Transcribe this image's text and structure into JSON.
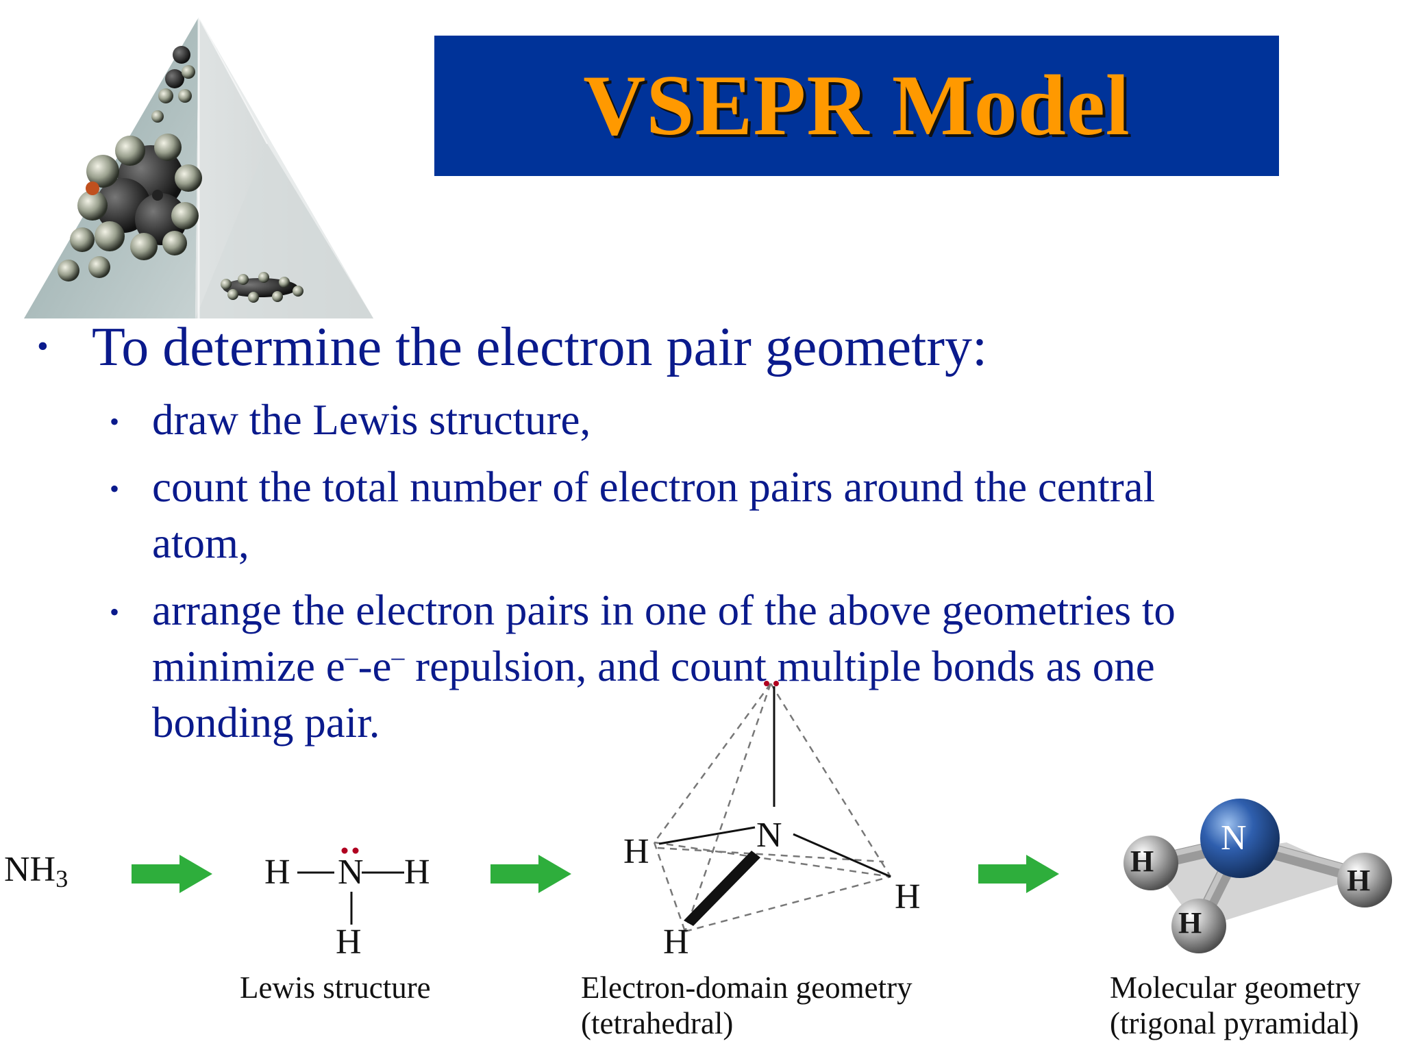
{
  "slide": {
    "title": "VSEPR Model",
    "main_bullet": "To determine the electron pair geometry:",
    "sub_bullets": {
      "b1_line1": "draw the Lewis structure,",
      "b2_line1": "count the total number of electron pairs around the central",
      "b2_line2": "atom,",
      "b3_line1": "arrange the electron pairs in one of the above geometries to",
      "b3_line2_pre": "minimize e",
      "b3_line2_sup1": "–",
      "b3_line2_mid": "-e",
      "b3_line2_sup2": "–",
      "b3_line2_post": " repulsion, and count multiple bonds as one",
      "b3_line3": "bonding pair."
    },
    "bullet_glyph": "•"
  },
  "diagram": {
    "formula_main": "NH",
    "formula_sub": "3",
    "lewis": {
      "left_h": "H",
      "center_n": "N",
      "right_h": "H",
      "bottom_h": "H",
      "caption": "Lewis structure"
    },
    "tetrahedral": {
      "n_label": "N",
      "h_left": "H",
      "h_right": "H",
      "h_bottom": "H",
      "caption_line1": "Electron-domain geometry",
      "caption_line2": "(tetrahedral)"
    },
    "molecular": {
      "n_label": "N",
      "h_left": "H",
      "h_right": "H",
      "h_bottom": "H",
      "caption_line1": "Molecular geometry",
      "caption_line2": "(trigonal pyramidal)"
    }
  },
  "colors": {
    "banner": "#003399",
    "title": "#ff9900",
    "text": "#0a1a8c",
    "arrow": "#2eae3c",
    "lone_pair": "#b00020",
    "n_sphere": "#2f5fae",
    "h_sphere": "#8e8e8e"
  }
}
